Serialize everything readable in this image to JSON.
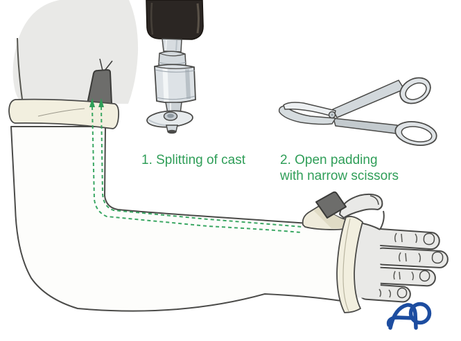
{
  "figure": {
    "type": "medical-illustration",
    "subject": "Splitting of an arm cast and opening the padding"
  },
  "labels": {
    "step1": "1. Splitting of cast",
    "step2_line1": "2. Open padding",
    "step2_line2": "with narrow scissors"
  },
  "logo": {
    "text": "AO",
    "color": "#1d4da0"
  },
  "annotations": {
    "cut_line_style": "dashed",
    "cut_line_color": "#3aa763",
    "cut_line_count": 2,
    "arrow_direction": "up"
  },
  "colors": {
    "background": "#ffffff",
    "label_green": "#2f9e58",
    "outline": "#4a4a48",
    "cast_white": "#fdfdfb",
    "cuff_cream": "#f2efdf",
    "skin_gray": "#e9e9e7",
    "tab_dark_gray": "#6d6d6b",
    "metal_light": "#dde2e6",
    "saw_handle_black": "#2b2623"
  },
  "icons": {
    "saw": "cast-saw-icon",
    "scissors": "bandage-scissors-icon",
    "logo": "ao-logo"
  }
}
